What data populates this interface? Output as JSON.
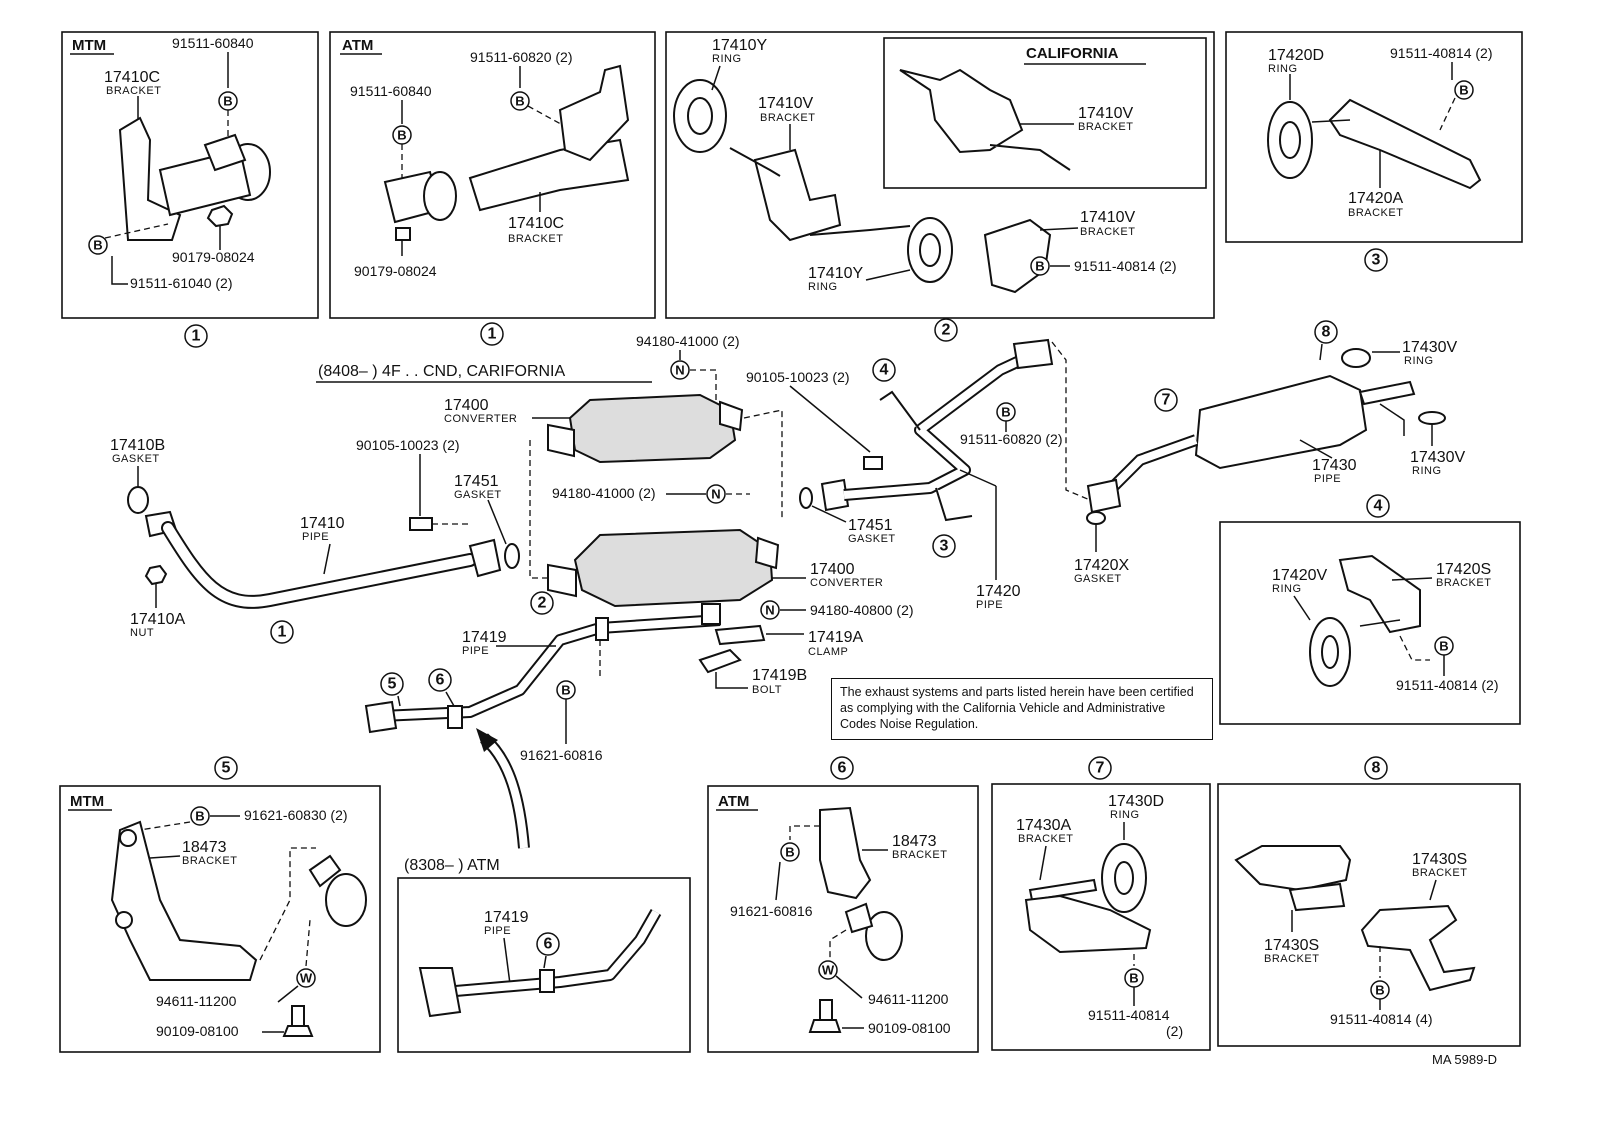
{
  "note": "The exhaust systems and parts listed herein have been certified as complying with the California Vehicle and Administrative Codes Noise Regulation.",
  "ref_code": "MA  5989-D",
  "headers": {
    "box1a": "MTM",
    "box1b": "ATM",
    "box2": "CALIFORNIA",
    "box5": "MTM",
    "box6": "ATM",
    "main": "(8408–          ) 4F . . CND, CARIFORNIA",
    "atm_inset": "(8308–          ) ATM"
  },
  "callouts": {
    "c1a": "1",
    "c1b": "1",
    "c2": "2",
    "c3": "3",
    "c4": "4",
    "c5": "5",
    "c6": "6",
    "c7": "7",
    "c8": "8"
  },
  "symbols": {
    "B": "B",
    "N": "N",
    "W": "W"
  },
  "labels": {
    "b1_91511_60840": "91511-60840",
    "b1_17410C": "17410C",
    "b1_bracket": "BRACKET",
    "b1_90179": "90179-08024",
    "b1_91511_61040": "91511-61040 (2)",
    "b2_91511_60820": "91511-60820 (2)",
    "b2_91511_60840": "91511-60840",
    "b2_17410C": "17410C",
    "b2_bracket": "BRACKET",
    "b2_90179": "90179-08024",
    "b3_17410Y": "17410Y",
    "b3_ring": "RING",
    "b3_17410V": "17410V",
    "b3_bracket": "BRACKET",
    "b3_cal_17410V": "17410V",
    "b3_cal_bracket": "BRACKET",
    "b3_17410V_b": "17410V",
    "b3_bracket_b": "BRACKET",
    "b3_17410Y_b": "17410Y",
    "b3_ring_b": "RING",
    "b3_91511_40814": "91511-40814 (2)",
    "b4_17420D": "17420D",
    "b4_ring": "RING",
    "b4_91511_40814": "91511-40814 (2)",
    "b4_17420A": "17420A",
    "b4_bracket": "BRACKET",
    "m_94180_41000_top": "94180-41000 (2)",
    "m_90105_10023_top": "90105-10023 (2)",
    "m_17400_top": "17400",
    "m_converter_top": "CONVERTER",
    "m_91511_60820": "91511-60820 (2)",
    "m_17410B": "17410B",
    "m_gasket_17410B": "GASKET",
    "m_90105_10023": "90105-10023 (2)",
    "m_17451": "17451",
    "m_gasket_17451": "GASKET",
    "m_94180_41000_mid": "94180-41000 (2)",
    "m_17451_b": "17451",
    "m_gasket_17451_b": "GASKET",
    "m_17410": "17410",
    "m_pipe_17410": "PIPE",
    "m_17410A": "17410A",
    "m_nut": "NUT",
    "m_17400": "17400",
    "m_converter": "CONVERTER",
    "m_94180_40800": "94180-40800 (2)",
    "m_17419": "17419",
    "m_pipe_17419": "PIPE",
    "m_17419A": "17419A",
    "m_clamp": "CLAMP",
    "m_17419B": "17419B",
    "m_bolt": "BOLT",
    "m_91621_60816": "91621-60816",
    "m_17420": "17420",
    "m_pipe_17420": "PIPE",
    "m_17420X": "17420X",
    "m_gasket_17420X": "GASKET",
    "m_17430V_top": "17430V",
    "m_ring_top": "RING",
    "m_17430": "17430",
    "m_pipe_17430": "PIPE",
    "m_17430V": "17430V",
    "m_ring_17430V": "RING",
    "b8_17420V": "17420V",
    "b8_ring": "RING",
    "b8_17420S": "17420S",
    "b8_bracket": "BRACKET",
    "b8_91511_40814": "91511-40814 (2)",
    "b5_91621_60830": "91621-60830 (2)",
    "b5_18473": "18473",
    "b5_bracket": "BRACKET",
    "b5_94611": "94611-11200",
    "b5_90109": "90109-08100",
    "ai_17419": "17419",
    "ai_pipe": "PIPE",
    "b6_18473": "18473",
    "b6_bracket": "BRACKET",
    "b6_91621_60816": "91621-60816",
    "b6_94611": "94611-11200",
    "b6_90109": "90109-08100",
    "b7_17430A": "17430A",
    "b7_bracket": "BRACKET",
    "b7_17430D": "17430D",
    "b7_ring": "RING",
    "b7_91511_40814": "91511-40814",
    "b7_qty": "(2)",
    "b9_17430S": "17430S",
    "b9_bracket": "BRACKET",
    "b9_17430S_b": "17430S",
    "b9_bracket_b": "BRACKET",
    "b9_91511_40814": "91511-40814 (4)"
  }
}
